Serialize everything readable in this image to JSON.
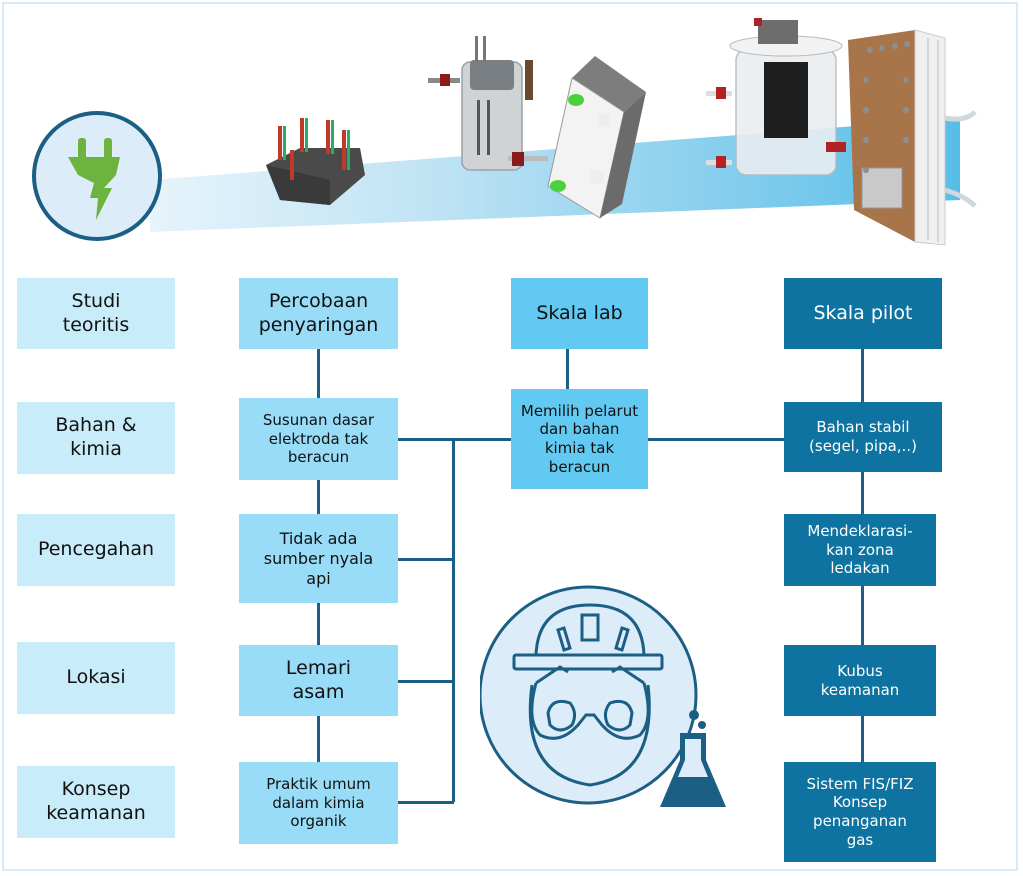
{
  "colors": {
    "category_box": "#c9ecfb",
    "screening_box": "#98dcf7",
    "lab_box": "#62caf2",
    "pilot_box": "#0e73a0",
    "connector": "#1c5f84",
    "icon_accent": "#6cb33f",
    "icon_ring": "#1c5f84"
  },
  "hero": {
    "plug_icon": "electric-plug-icon",
    "devices": [
      "multi-electrode-cell",
      "glass-electrolysis-cell",
      "flow-cell",
      "beaker-reactor",
      "pilot-stack-reactor"
    ]
  },
  "categories": [
    {
      "label": "Studi\nteoritis"
    },
    {
      "label": "Bahan &\nkimia"
    },
    {
      "label": "Pencegahan"
    },
    {
      "label": "Lokasi"
    },
    {
      "label": "Konsep\nkeamanan"
    }
  ],
  "columns": {
    "screening": {
      "header": "Percobaan\npenyaringan",
      "items": [
        "Susunan dasar\nelektroda tak\nberacun",
        "Tidak ada\nsumber nyala\napi",
        "Lemari\nasam",
        "Praktik umum\ndalam kimia\norganik"
      ]
    },
    "lab": {
      "header": "Skala lab",
      "items": [
        "Memilih pelarut\ndan bahan\nkimia tak\nberacun"
      ]
    },
    "pilot": {
      "header": "Skala pilot",
      "items": [
        "Bahan stabil\n(segel, pipa,..)",
        "Mendeklarasi-\nkan zona\nledakan",
        "Kubus\nkeamanan",
        "Sistem FIS/FIZ\nKonsep\npenanganan\ngas"
      ]
    }
  },
  "safety_illustration": "worker-with-helmet-goggles-flask-icon"
}
